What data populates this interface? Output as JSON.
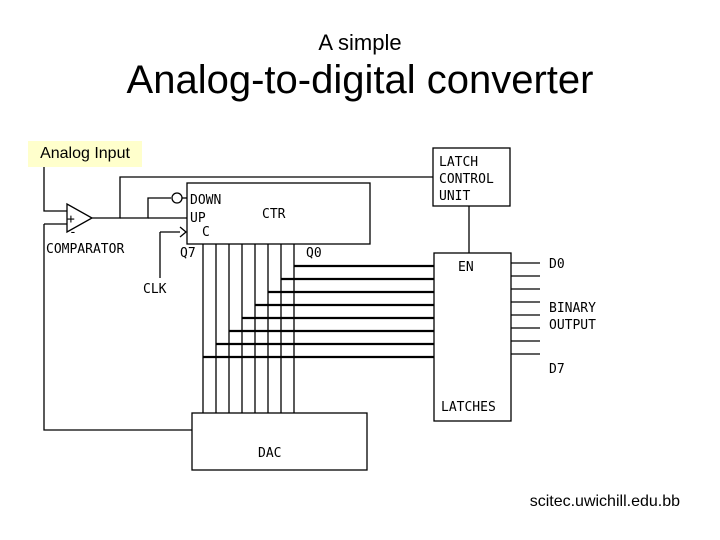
{
  "header": {
    "subtitle": "A simple",
    "title": "Analog-to-digital converter"
  },
  "diagram": {
    "input_label": "Analog Input",
    "latch_control": [
      "LATCH",
      "CONTROL",
      "UNIT"
    ],
    "comparator": {
      "label": "COMPARATOR",
      "plus": "+",
      "minus": "-"
    },
    "counter": {
      "down": "DOWN",
      "up": "UP",
      "clock": "C",
      "name": "CTR",
      "q7": "Q7",
      "q0": "Q0"
    },
    "clk": "CLK",
    "latches": {
      "en": "EN",
      "name": "LATCHES"
    },
    "outputs": {
      "d0": "D0",
      "binary": "BINARY",
      "output": "OUTPUT",
      "d7": "D7"
    },
    "dac": "DAC"
  },
  "footer": {
    "source": "scitec.uwichill.edu.bb"
  }
}
